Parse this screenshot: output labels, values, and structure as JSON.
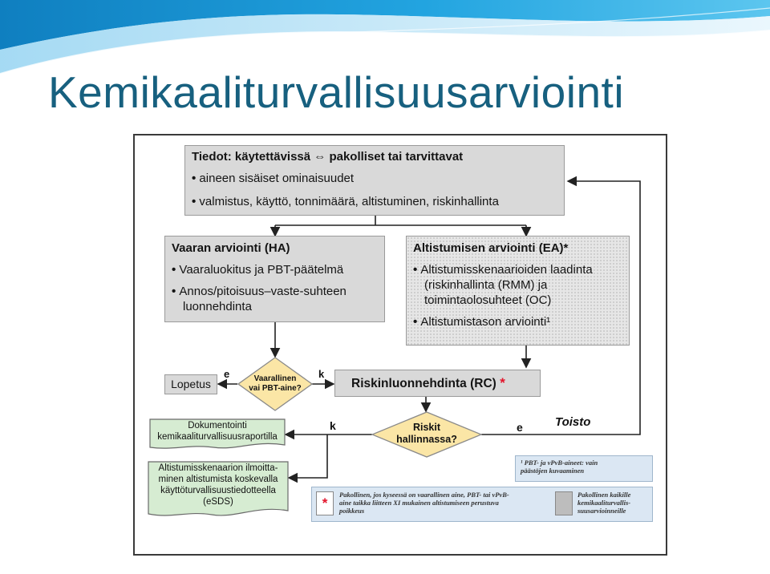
{
  "title": "Kemikaaliturvallisuusarviointi",
  "colors": {
    "title": "#17607f",
    "box_gray": "#d9d9d9",
    "decision_fill": "#fbe6a6",
    "doc_fill": "#d6ecd2",
    "note_fill": "#dbe7f3",
    "required_mark": "#e3142b",
    "banner_blue": "#1b93d1"
  },
  "info_box": {
    "title": "Tiedot: käytettävissä ⇔ pakolliset tai tarvittavat",
    "bullets": [
      "aineen sisäiset ominaisuudet",
      "valmistus, käyttö, tonnimäärä, altistuminen, riskinhallinta"
    ]
  },
  "hazard_box": {
    "title": "Vaaran arviointi (HA)",
    "bullets": [
      "Vaaraluokitus ja PBT-päätelmä",
      "Annos/pitoisuus–vaste-suhteen luonnehdinta"
    ]
  },
  "exposure_box": {
    "title": "Altistumisen arviointi (EA)*",
    "bullets": [
      "Altistumisskenaarioiden laadinta (riskinhallinta (RMM) ja toimintaolosuhteet (OC)",
      "Altistumistason arviointi¹"
    ]
  },
  "decision_hazard": {
    "text": [
      "Vaarallinen",
      "vai PBT-aine?"
    ],
    "no_label": "e",
    "yes_label": "k"
  },
  "stop_box": {
    "text": "Lopetus"
  },
  "risk_box": {
    "text": "Riskinluonnehdinta (RC)",
    "mark": "*"
  },
  "decision_risk": {
    "text": [
      "Riskit",
      "hallinnassa?"
    ],
    "yes_label": "k",
    "no_label": "e",
    "repeat_label": "Toisto"
  },
  "doc_report": {
    "lines": [
      "Dokumentointi",
      "kemikaaliturvallisuusraportilla"
    ]
  },
  "doc_esds": {
    "lines": [
      "Altistumisskenaarion ilmoitta-",
      "minen altistumista koskevalla",
      "käyttöturvallisuustiedotteella",
      "(eSDS)"
    ]
  },
  "footnote": {
    "lines": [
      "¹ PBT- ja vPvB-aineet: vain",
      "päästöjen kuvaaminen"
    ]
  },
  "legend": {
    "star_symbol": "*",
    "star_text": [
      "Pakollinen, jos kyseessä on vaarallinen aine, PBT- tai vPvB-",
      "aine taikka liitteen XI mukainen altistumiseen perustuva",
      "poikkeus"
    ],
    "gray_text": [
      "Pakollinen kaikille",
      "kemikaaliturvallis-",
      "suusarvioinneille"
    ]
  }
}
